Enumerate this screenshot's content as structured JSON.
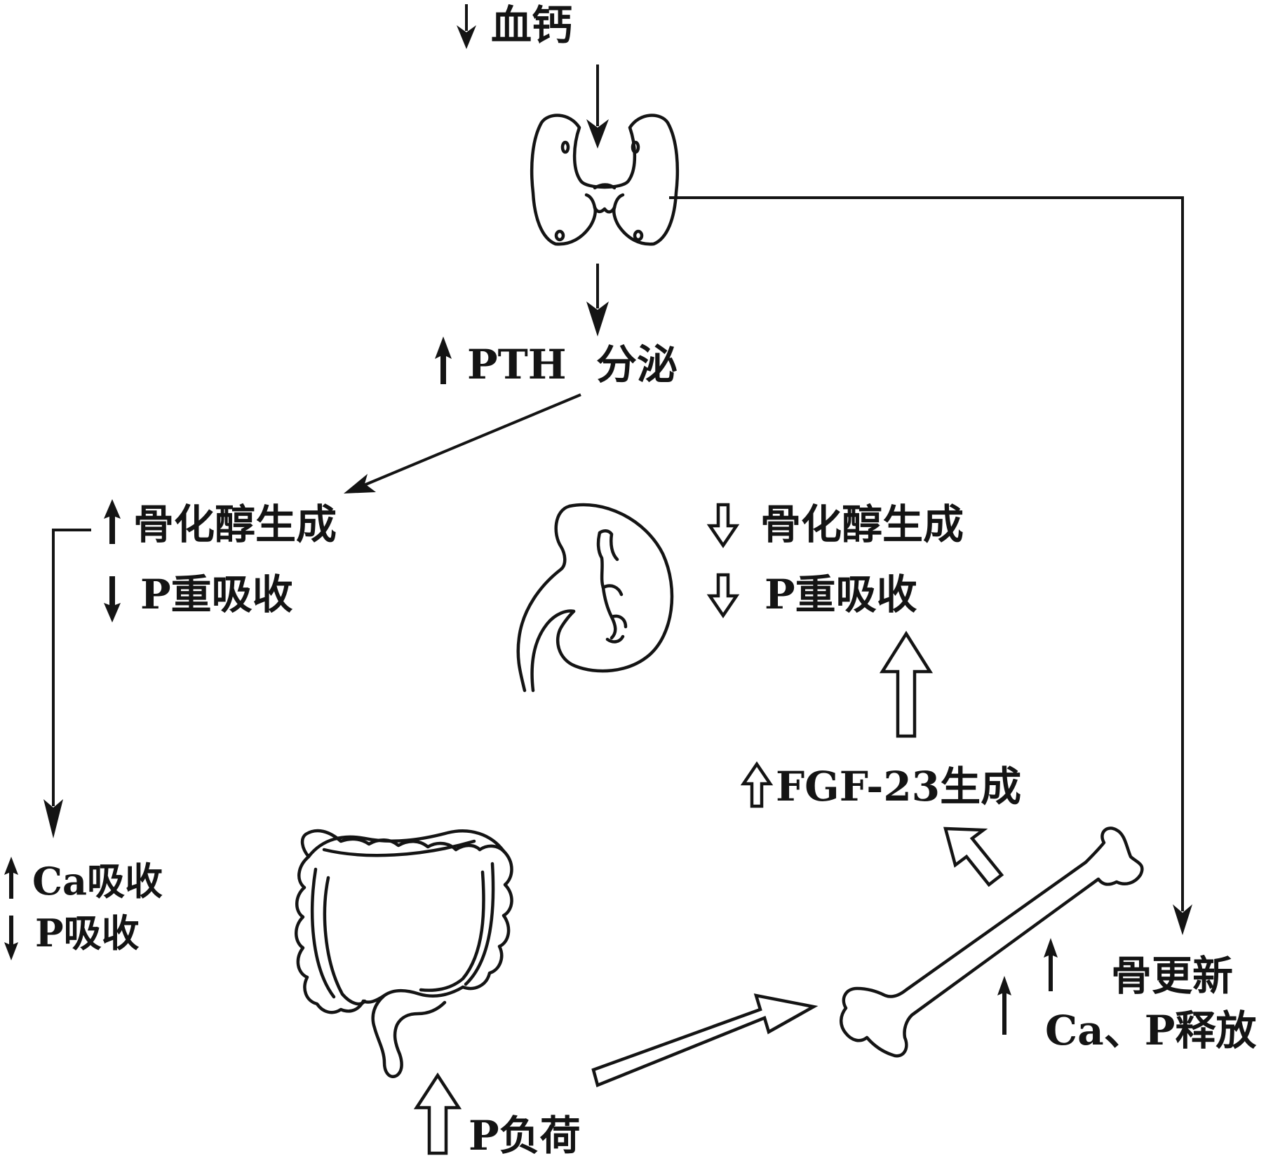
{
  "diagram": {
    "labels": {
      "low_blood_calcium": "血钙",
      "pth_name": "PTH",
      "pth_secretion": "分泌",
      "kidney_left_calcitriol": "骨化醇生成",
      "kidney_left_p_reabsorb": "P重吸收",
      "kidney_right_calcitriol": "骨化醇生成",
      "kidney_right_p_reabsorb": "P重吸收",
      "fgf23": "FGF-23生成",
      "ca_absorption": "Ca吸收",
      "p_absorption": "P吸收",
      "bone_turnover": "骨更新",
      "ca_p_release": "Ca、P释放",
      "p_load": "P负荷"
    },
    "organs": [
      "thyroid-parathyroid",
      "kidney",
      "intestine",
      "bone"
    ],
    "ink_color": "#141414",
    "background_color": "#ffffff"
  }
}
